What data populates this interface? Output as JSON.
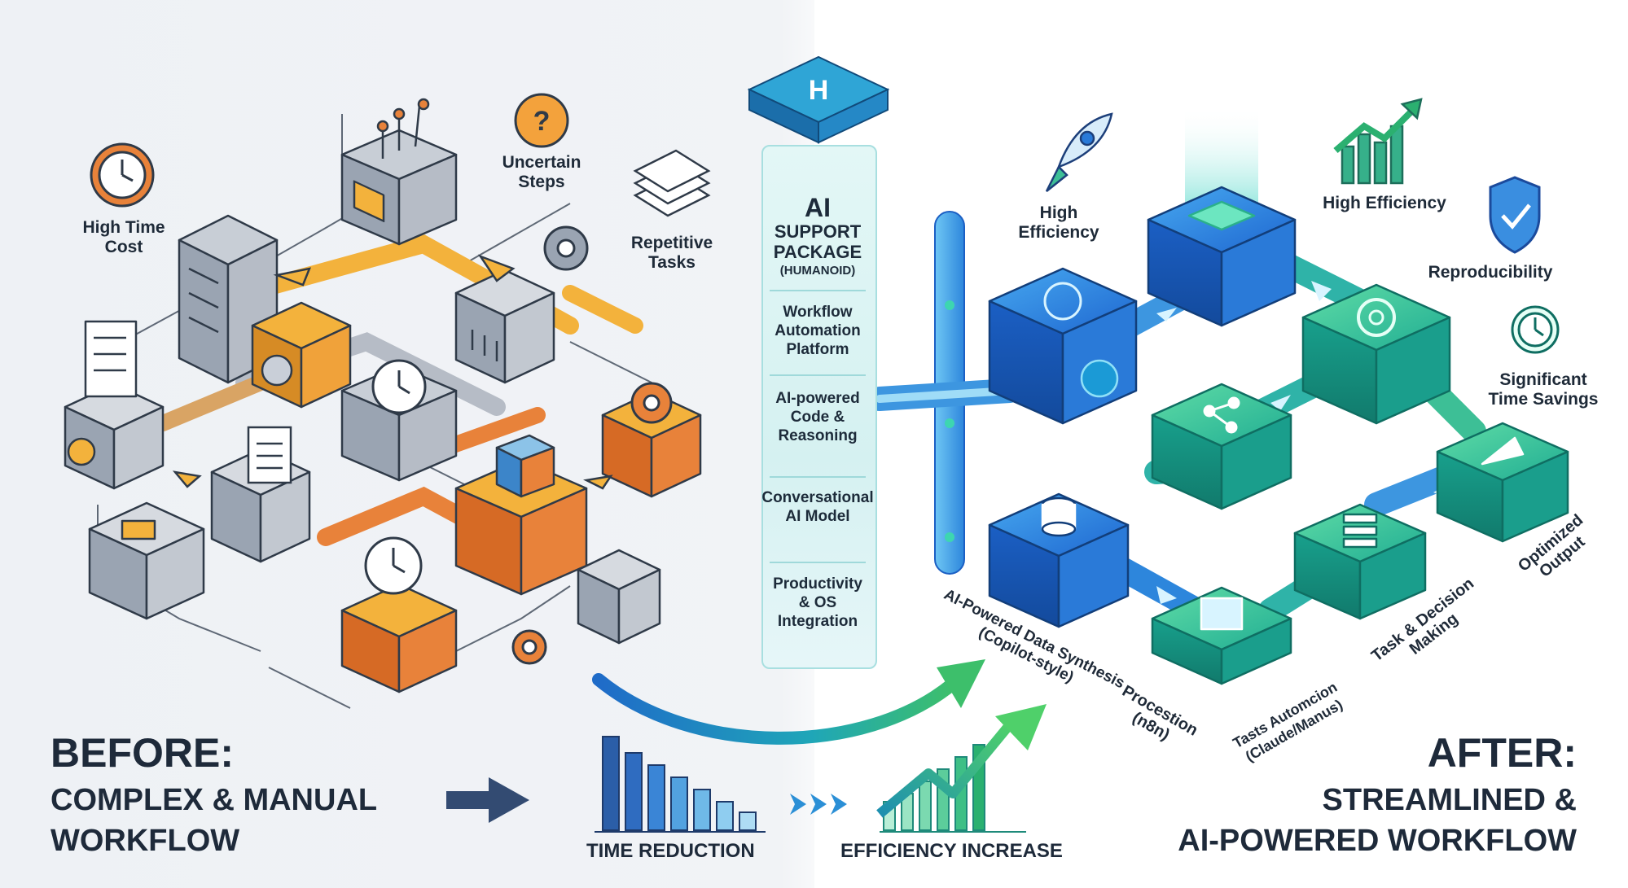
{
  "left_labels": {
    "high_time_cost": "High Time\nCost",
    "uncertain_steps": "Uncertain\nSteps",
    "repetitive_tasks": "Repetitive\nTasks"
  },
  "right_labels": {
    "high_efficiency_rocket": "High\nEfficiency",
    "high_efficiency_chart": "High Efficiency",
    "reproducibility": "Reproducibility",
    "time_savings": "Significant\nTime Savings",
    "optimized_output": "Optimized\nOutput",
    "task_decision": "Task & Decision\nMaking",
    "tasts_automcion": "Tasts Automcion\n(Claude/Manus)",
    "procestion": "Procestion\n(n8n)",
    "data_synthesis": "AI-Powered Data Synthesis\n(Copilot-style)"
  },
  "panel": {
    "logo_letter": "H",
    "title": "AI",
    "subtitle": "SUPPORT\nPACKAGE",
    "subtitle_note": "(HUMANOID)",
    "items": [
      "Workflow\nAutomation\nPlatform",
      "AI-powered\nCode &\nReasoning",
      "Conversational\nAI Model",
      "Productivity\n& OS\nIntegration"
    ]
  },
  "before": {
    "heading": "BEFORE:",
    "line1": "COMPLEX & MANUAL",
    "line2": "WORKFLOW"
  },
  "after": {
    "heading": "AFTER:",
    "line1": "STREAMLINED &",
    "line2": "AI-POWERED WORKFLOW"
  },
  "metrics": {
    "time_reduction": "TIME REDUCTION",
    "efficiency_increase": "EFFICIENCY INCREASE"
  },
  "colors": {
    "orange": "#e8823a",
    "yellow": "#f3b23c",
    "gray_box": "#b6bcc6",
    "blue": "#2a6fd6",
    "teal": "#27b3a6",
    "green": "#4cc36a",
    "dark_text": "#1e2a3a"
  }
}
